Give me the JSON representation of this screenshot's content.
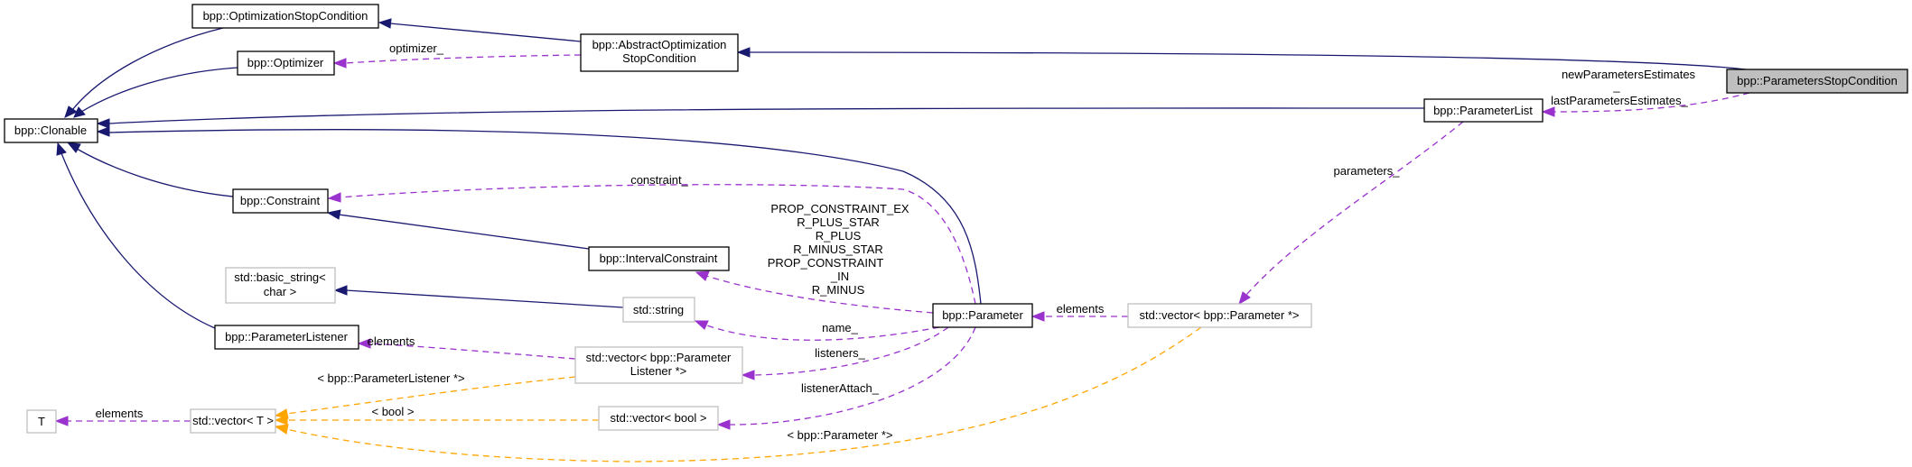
{
  "diagram": {
    "title": "Collaboration diagram for bpp::ParametersStopCondition",
    "colors": {
      "inheritance_edge": "#191970",
      "usage_edge": "#9a32cd",
      "template_edge": "#ffa500",
      "focus_node_fill": "#bfbfbf",
      "documented_node_border": "#000000",
      "undocumented_node_border": "#bfbfbf"
    },
    "nodes": {
      "optimization_stop_condition": [
        "bpp::OptimizationStopCondition"
      ],
      "optimizer": [
        "bpp::Optimizer"
      ],
      "clonable": [
        "bpp::Clonable"
      ],
      "abstract_optimization_stop_condition": [
        "bpp::AbstractOptimization",
        "StopCondition"
      ],
      "parameters_stop_condition": [
        "bpp::ParametersStopCondition"
      ],
      "parameter_list": [
        "bpp::ParameterList"
      ],
      "constraint": [
        "bpp::Constraint"
      ],
      "interval_constraint": [
        "bpp::IntervalConstraint"
      ],
      "basic_string": [
        "std::basic_string<",
        "char >"
      ],
      "std_string": [
        "std::string"
      ],
      "parameter": [
        "bpp::Parameter"
      ],
      "vector_parameter": [
        "std::vector< bpp::Parameter *>"
      ],
      "parameter_listener": [
        "bpp::ParameterListener"
      ],
      "vector_parameter_listener": [
        "std::vector< bpp::Parameter",
        "Listener *>"
      ],
      "vector_bool": [
        "std::vector< bool >"
      ],
      "t": [
        "T"
      ],
      "vector_t": [
        "std::vector< T >"
      ]
    },
    "edge_labels": {
      "optimizer": "optimizer_",
      "new_params": "newParametersEstimates",
      "new_params_underscore": "_",
      "last_params": "lastParametersEstimates_",
      "parameters": "parameters_",
      "constraint": "constraint_",
      "constants": [
        "PROP_CONSTRAINT_EX",
        "R_PLUS_STAR",
        "R_PLUS",
        "R_MINUS_STAR",
        "PROP_CONSTRAINT",
        "_IN",
        "R_MINUS"
      ],
      "name": "name_",
      "listeners": "listeners_",
      "listener_attach": "listenerAttach_",
      "elements_parameter": "elements",
      "elements_listener": "elements",
      "elements_t": "elements",
      "tmpl_listener": "< bpp::ParameterListener *>",
      "tmpl_bool": "< bool >",
      "tmpl_parameter": "< bpp::Parameter *>"
    }
  }
}
